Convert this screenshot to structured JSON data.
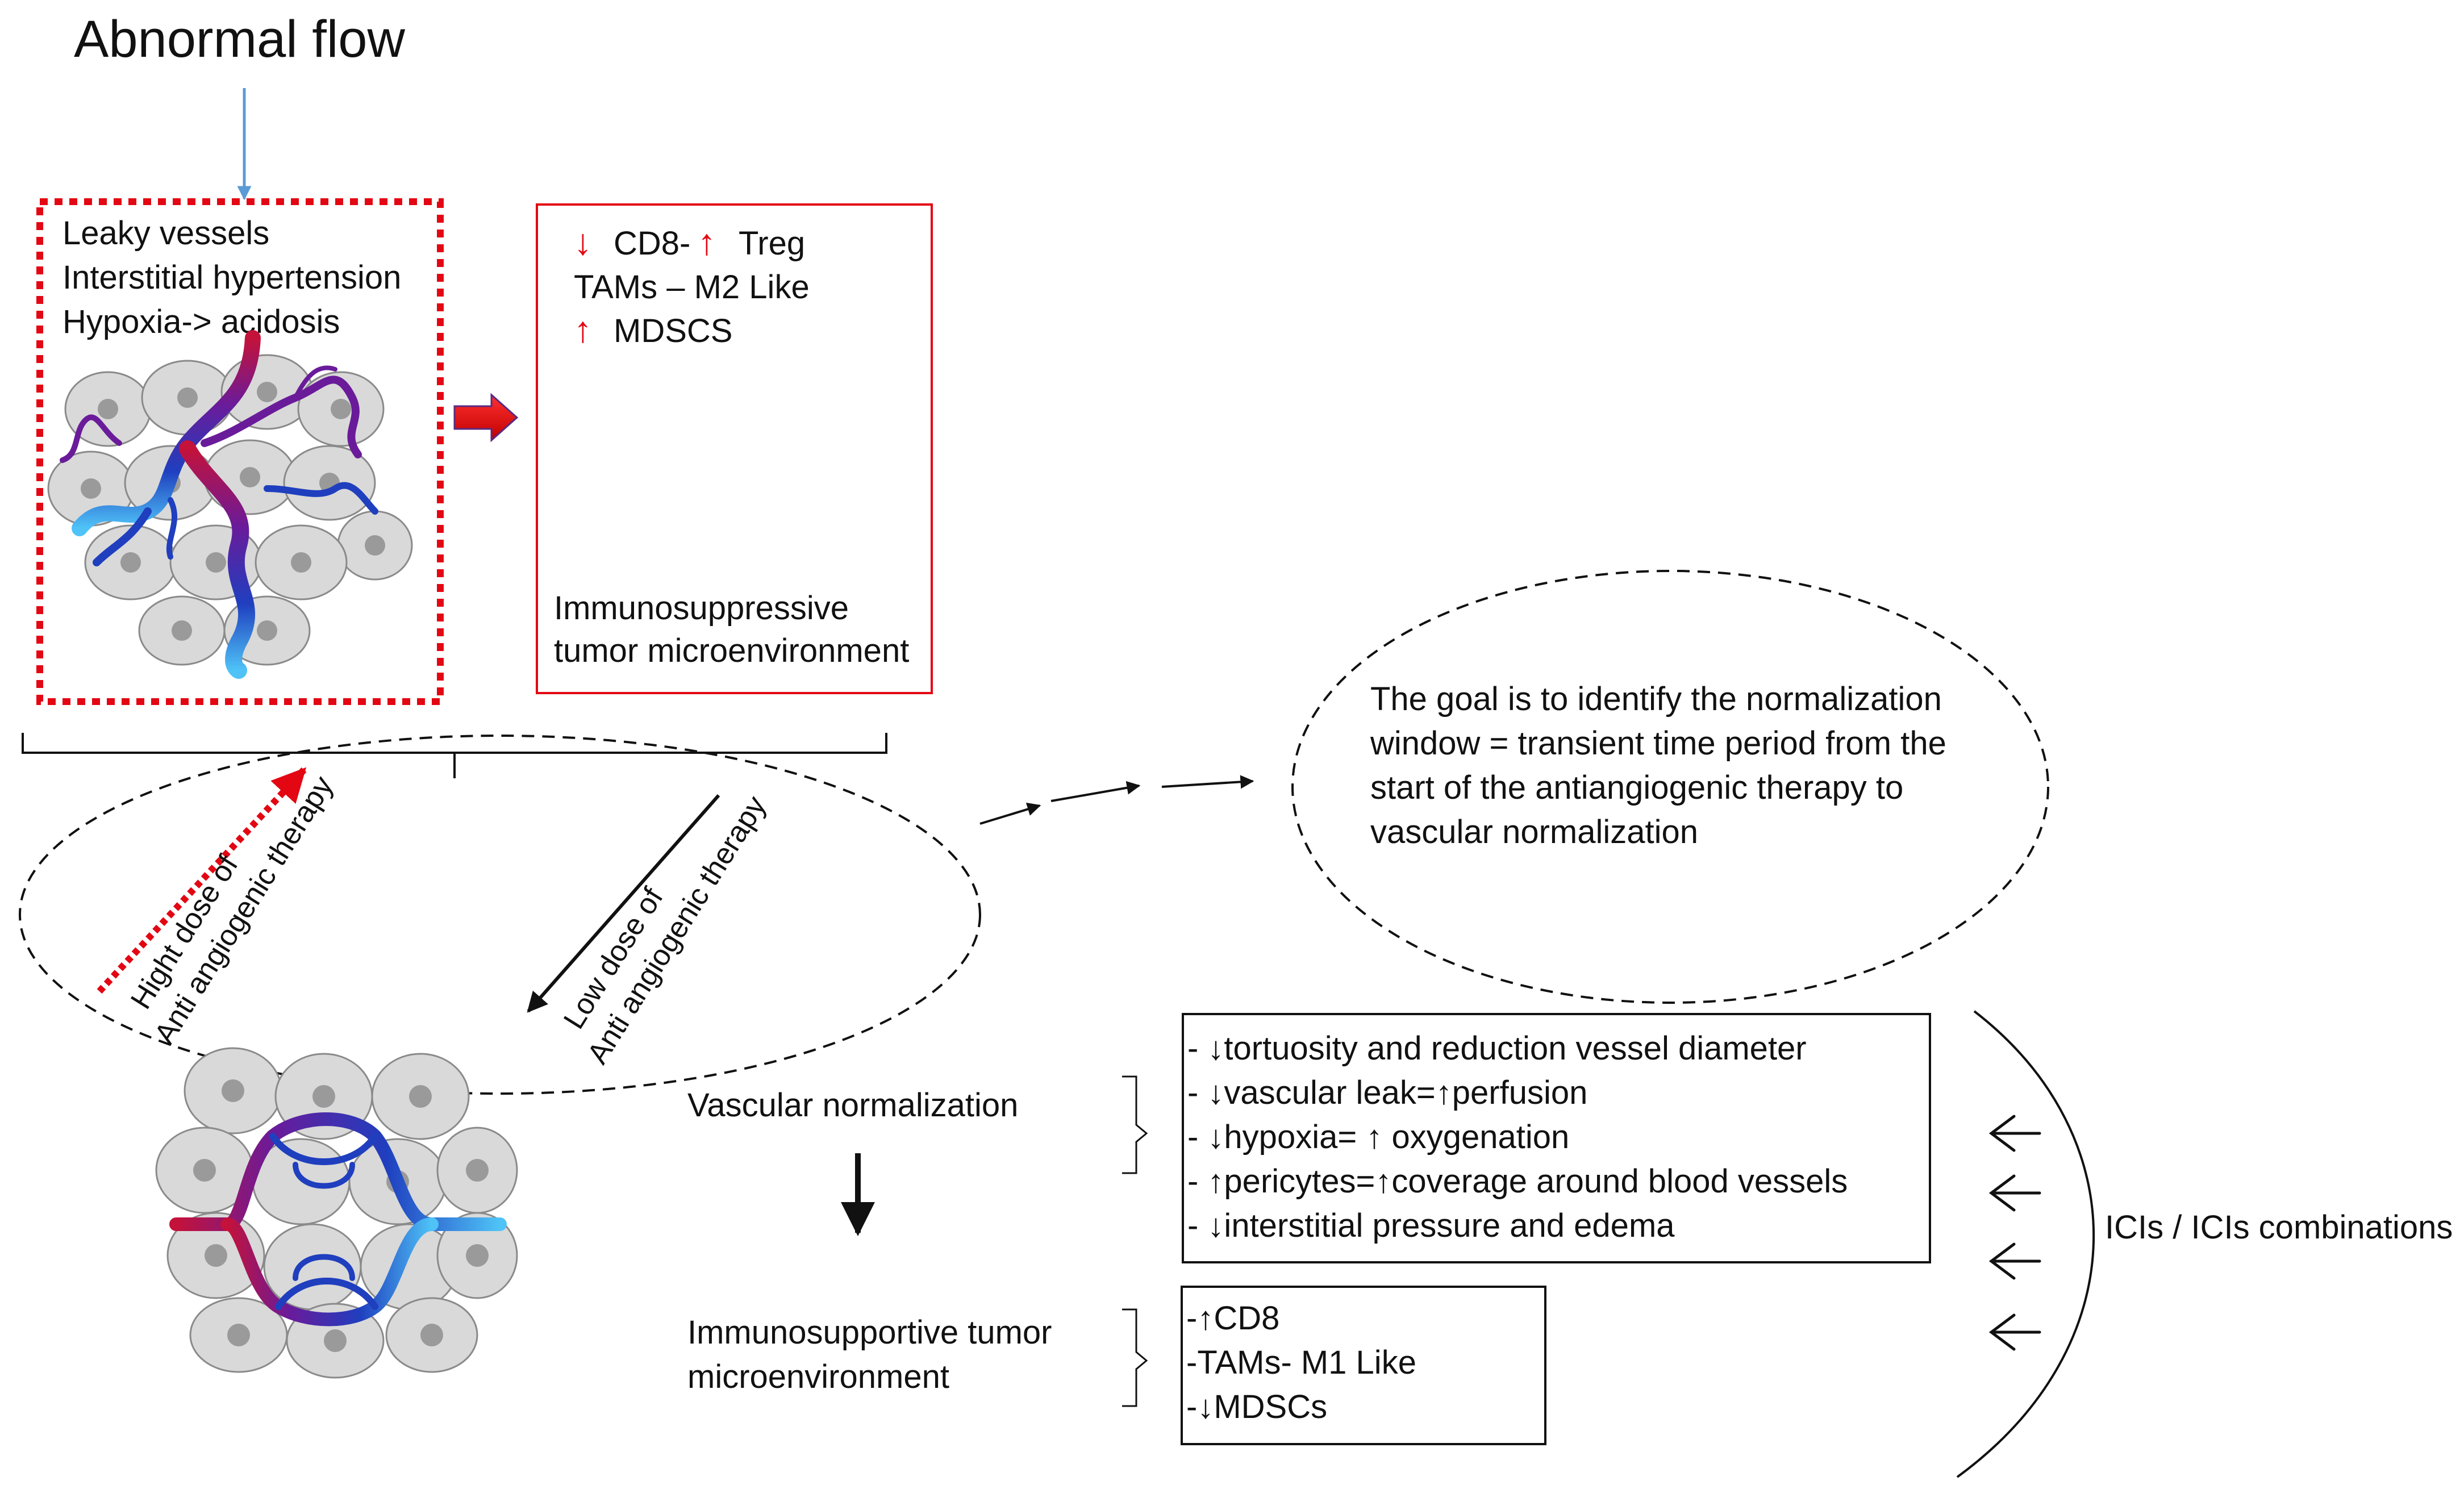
{
  "title": "Abnormal flow",
  "abnormal_features": [
    "Leaky vessels",
    "Interstitial hypertension",
    "Hypoxia-> acidosis"
  ],
  "immunosuppressive": {
    "line1_cd8": "CD8-",
    "line1_treg": "Treg",
    "line2": "TAMs – M2 Like",
    "line3": "MDSCS",
    "caption": [
      "Immunosuppressive",
      "tumor microenvironment"
    ]
  },
  "high_dose": [
    "Hight dose of",
    "Anti angiogenic therapy"
  ],
  "low_dose": [
    "Low dose of",
    "Anti angiogenic therapy"
  ],
  "goal_text": [
    "The goal is to identify the normalization",
    "window = transient time period from the",
    "start of the antiangiogenic therapy to",
    "vascular normalization"
  ],
  "vascular_normalization_label": "Vascular normalization",
  "normalization_effects": [
    "- ↓tortuosity and reduction vessel diameter",
    "- ↓vascular leak=↑perfusion",
    "- ↓hypoxia= ↑ oxygenation",
    "- ↑pericytes=↑coverage around blood vessels",
    "- ↓interstitial pressure and edema"
  ],
  "immunosupportive_label": [
    "Immunosupportive tumor",
    "microenvironment"
  ],
  "immunosupportive_effects": [
    "-↑CD8",
    "-TAMs- M1 Like",
    "-↓MDSCs"
  ],
  "ici_label": "ICIs / ICIs combinations",
  "colors": {
    "red_accent": "#e30613",
    "blue_arrow": "#5b9bd5",
    "vessel_red": "#c4123a",
    "vessel_purple": "#6a1b9a",
    "vessel_blue": "#1f3fbf",
    "vessel_light_blue": "#4fc3f7",
    "cell_fill": "#d9d9d9",
    "nucleus_fill": "#9a9a9a"
  }
}
